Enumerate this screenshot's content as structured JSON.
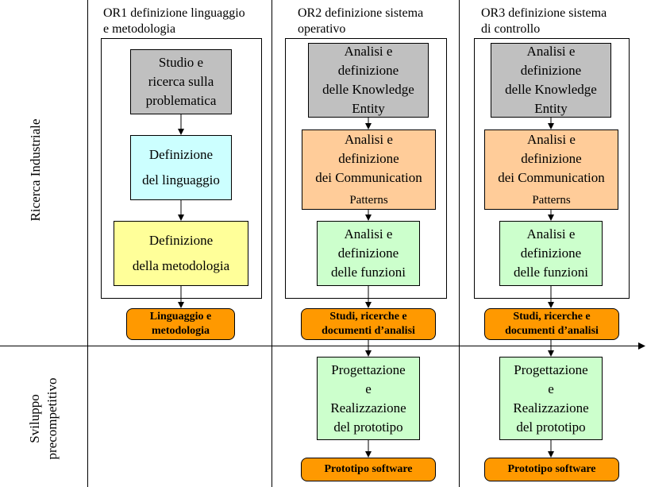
{
  "rows": {
    "research": "Ricerca Industriale",
    "dev_line1": "Sviluppo",
    "dev_line2": "precompetitivo"
  },
  "columns": [
    {
      "title_l1": "OR1 definizione linguaggio",
      "title_l2": "e metodologia",
      "boxes": [
        [
          "Studio e",
          "ricerca sulla",
          "problematica"
        ],
        [
          "Definizione",
          "del linguaggio"
        ],
        [
          "Definizione",
          "della metodologia"
        ]
      ],
      "output": [
        "Linguaggio e",
        "metodologia"
      ]
    },
    {
      "title_l1": "OR2 definizione sistema",
      "title_l2": "operativo",
      "boxes": [
        [
          "Analisi e",
          "definizione",
          "delle Knowledge",
          "Entity"
        ],
        [
          "Analisi e",
          "definizione",
          "dei Communication",
          "Patterns"
        ],
        [
          "Analisi e",
          "definizione",
          "delle funzioni"
        ]
      ],
      "output": [
        "Studi, ricerche e",
        "documenti d’analisi"
      ],
      "dev_box": [
        "Progettazione",
        "e",
        "Realizzazione",
        "del prototipo"
      ],
      "dev_output": "Prototipo software"
    },
    {
      "title_l1": "OR3 definizione sistema",
      "title_l2": "di controllo",
      "boxes": [
        [
          "Analisi e",
          "definizione",
          "delle Knowledge",
          "Entity"
        ],
        [
          "Analisi e",
          "definizione",
          "dei Communication",
          "Patterns"
        ],
        [
          "Analisi e",
          "definizione",
          "delle funzioni"
        ]
      ],
      "output": [
        "Studi, ricerche e",
        "documenti d’analisi"
      ],
      "dev_box": [
        "Progettazione",
        "e",
        "Realizzazione",
        "del prototipo"
      ],
      "dev_output": "Prototipo software"
    }
  ]
}
